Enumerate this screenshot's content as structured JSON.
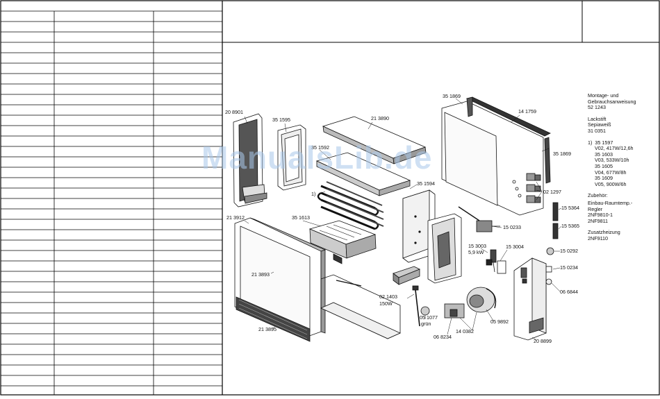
{
  "labels": {
    "p208901": "20 8901",
    "p351595": "35 1595",
    "p213890": "21 3890",
    "p351869a": "35 1869",
    "p141759": "14 1759",
    "p351869b": "35 1869",
    "p351592": "35 1592",
    "p351594": "35 1594",
    "ref1": "1)",
    "p021297": "02 1297",
    "p213912": "21 3912",
    "p351613": "35 1613",
    "p155364": "15 5364",
    "p155365": "15 5365",
    "p150233": "15 0233",
    "p213893": "21 3893",
    "p153003": "15 3003",
    "p153003kw": "5,9 kW",
    "p153004": "15 3004",
    "p150292": "15 0292",
    "p150234": "15 0234",
    "p066844": "06 6844",
    "p021403": "02 1403",
    "p021403w": "150W",
    "p051077": "05 1077",
    "p051077c": "grün",
    "p059892": "05 9892",
    "p213895": "21 3895",
    "p140382": "14 0382",
    "p068234": "06 8234",
    "p208899": "20 8899"
  },
  "notes": {
    "manual": "Montage- und\nGebrauchsanweisung\n52 1243",
    "lackstift": "Lackstift\nSepiaweiß\n31 0351",
    "variants": "1)  35 1597\n     V02, 417W/12,6h\n     35 1603\n     V03, 533W/10h\n     35 1605\n     V04, 677W/8h\n     35 1609\n     V05, 900W/6h",
    "zubehoer": "Zubehör:",
    "regler": "Einbau-Raumtemp.-\nRegler\n2NF9810-1\n2NF9811",
    "zusatz": "Zusatzheizung\n2NF9110"
  },
  "watermark": "ManualsLib.de"
}
